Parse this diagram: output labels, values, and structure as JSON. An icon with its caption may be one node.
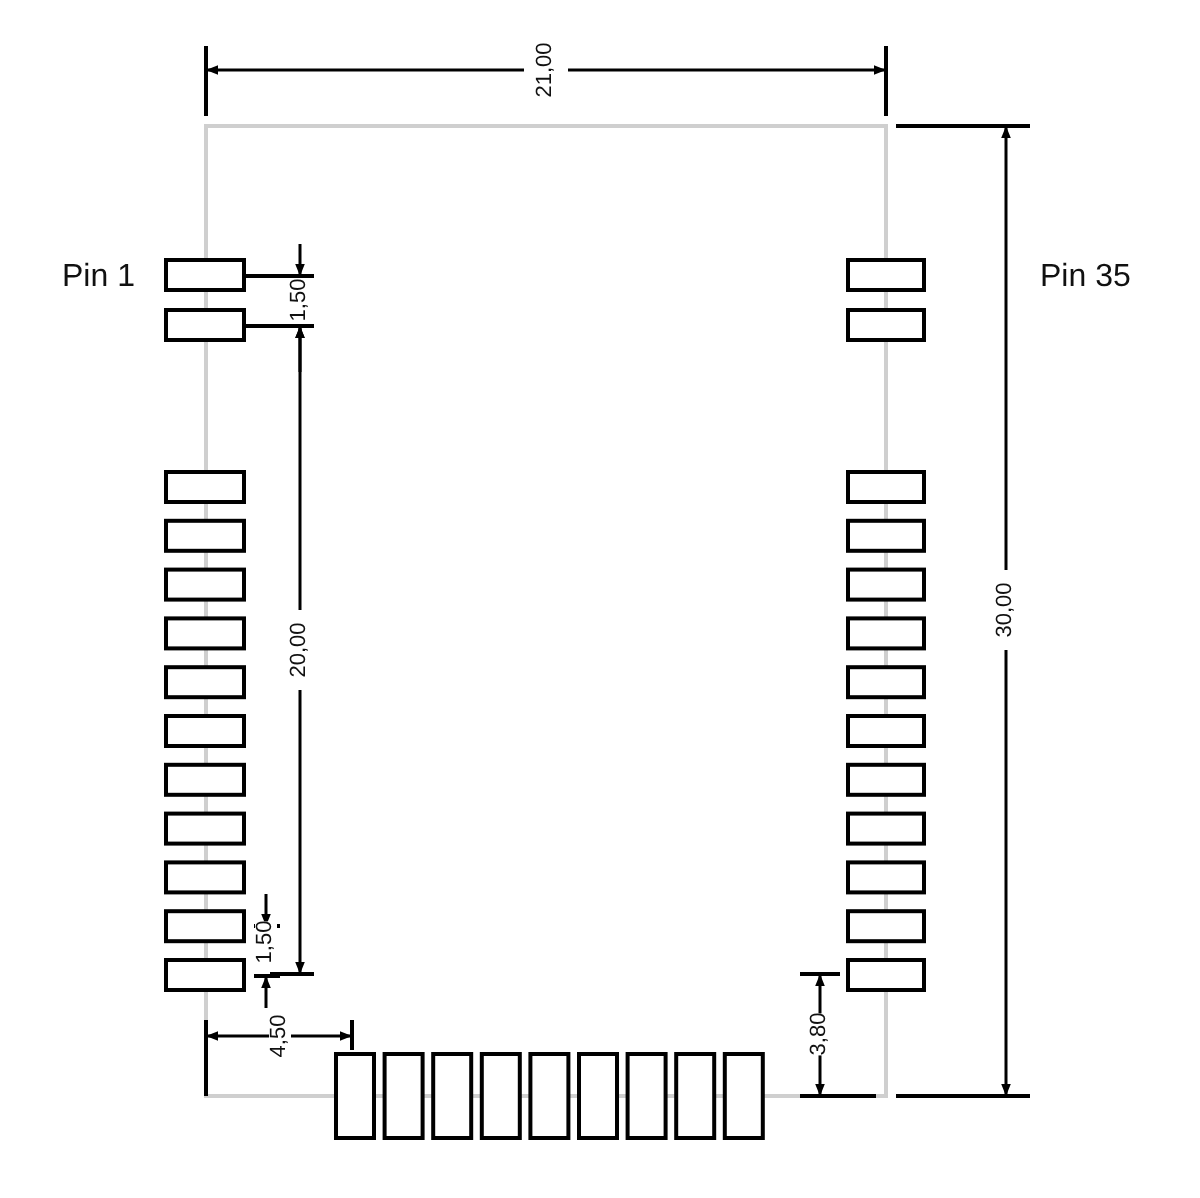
{
  "diagram": {
    "labels": [
      "Pin 1",
      "Pin 35",
      "21,00",
      "30,00",
      "1,50",
      "20,00",
      "1,50",
      "4,50",
      "3,80"
    ]
  }
}
